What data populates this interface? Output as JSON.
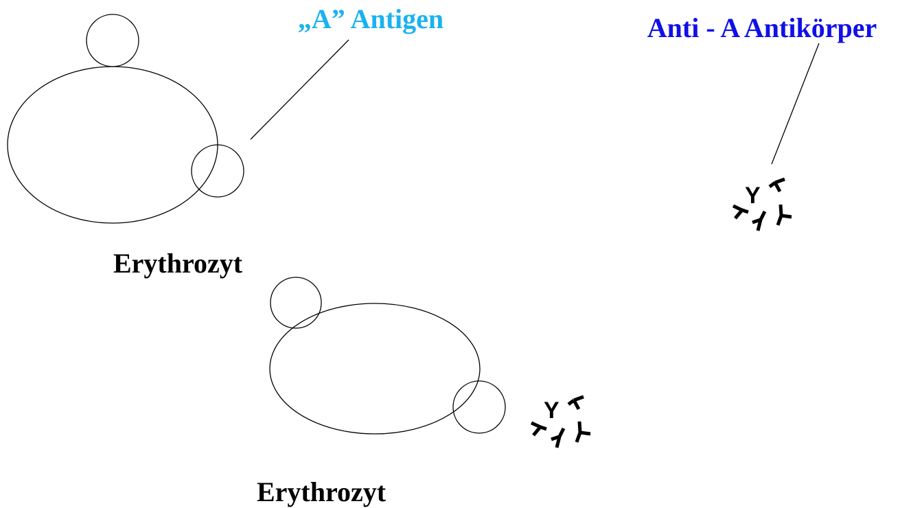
{
  "labels": {
    "antigen": "„A” Antigen",
    "antibody": "Anti - A  Antikörper",
    "erythrocyte_top": "Erythrozyt",
    "erythrocyte_bottom": "Erythrozyt",
    "antibody_y_top": "Y",
    "antibody_y_bottom": "Y"
  },
  "colors": {
    "antigen_label": "#1ab2f0",
    "antibody_label": "#1010e8",
    "text": "#000000",
    "outline": "#000000"
  }
}
